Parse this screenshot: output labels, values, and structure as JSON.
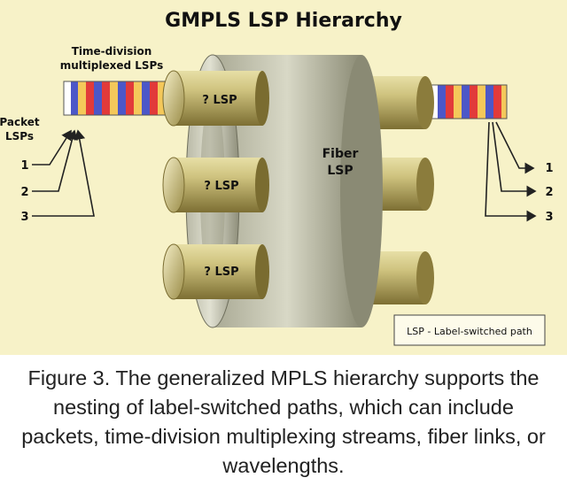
{
  "title": "GMPLS LSP Hierarchy",
  "tdm_label_line1": "Time-division",
  "tdm_label_line2": "multiplexed LSPs",
  "packet_label_line1": "Packet",
  "packet_label_line2": "LSPs",
  "packet_numbers_left": [
    "1",
    "2",
    "3"
  ],
  "packet_numbers_right": [
    "1",
    "2",
    "3"
  ],
  "lambda_labels": [
    "? LSP",
    "? LSP",
    "? LSP"
  ],
  "fiber_label_line1": "Fiber",
  "fiber_label_line2": "LSP",
  "legend": "LSP - Label-switched path",
  "caption": "Figure 3. The generalized MPLS hierarchy supports the nesting of label-switched paths, which can include packets, time-division multiplexing streams, fiber links, or wavelengths.",
  "colors": {
    "background": "#f7f2c8",
    "stripe_blue": "#4c57c8",
    "stripe_red": "#e23a3a",
    "stripe_yellow": "#f4c85a",
    "stripe_white": "#ffffff",
    "tube": "#c9bf7a",
    "fiber": "#c8c8b8"
  }
}
